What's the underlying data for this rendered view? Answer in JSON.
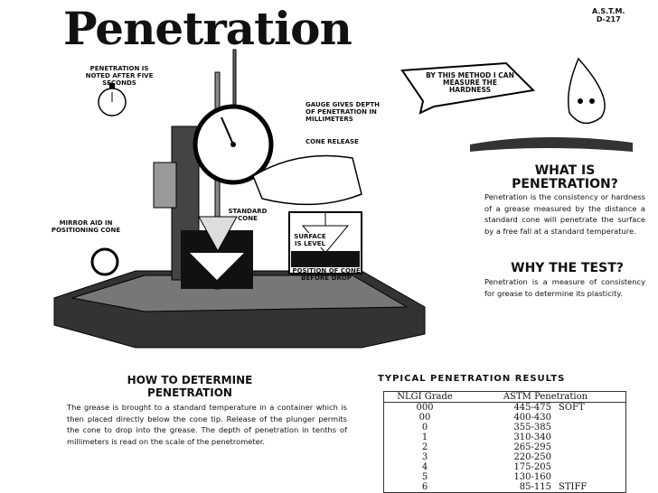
{
  "title": "Penetration",
  "astm": {
    "line1": "A.S.T.M.",
    "line2": "D-217"
  },
  "labels": {
    "noted": "PENETRATION IS NOTED AFTER FIVE SECONDS",
    "gauge": "GAUGE GIVES DEPTH OF PENETRATION IN MILLIMETERS",
    "cone_release": "CONE RELEASE",
    "standard_cone": "STANDARD CONE",
    "mirror": "MIRROR AID IN POSITIONING CONE",
    "surface": "SURFACE IS LEVEL",
    "position": "POSITION OF CONE BEFORE DROP",
    "speech": "BY THIS METHOD I CAN MEASURE THE HARDNESS"
  },
  "what": {
    "heading": "WHAT IS PENETRATION?",
    "text": "Penetration is the consistency or hardness of a grease measured by the distance a standard cone will penetrate the surface by a free fall at a standard temperature."
  },
  "why": {
    "heading": "WHY THE TEST?",
    "text": "Penetration is a measure of consistency for grease to determine its plasticity."
  },
  "how": {
    "heading": "HOW TO DETERMINE PENETRATION",
    "text": "The grease is brought to a standard temperature in a container which is then placed directly below the cone tip. Release of the plunger permits the cone to drop into the grease. The depth of penetration in tenths of millimeters is read on the scale of the penetrometer."
  },
  "results": {
    "heading": "TYPICAL PENETRATION RESULTS",
    "col1": "NLGI Grade",
    "col2": "ASTM Penetration",
    "rows": [
      {
        "grade": "000",
        "pen": "445-475",
        "note": "SOFT"
      },
      {
        "grade": "00",
        "pen": "400-430",
        "note": ""
      },
      {
        "grade": "0",
        "pen": "355-385",
        "note": ""
      },
      {
        "grade": "1",
        "pen": "310-340",
        "note": ""
      },
      {
        "grade": "2",
        "pen": "265-295",
        "note": ""
      },
      {
        "grade": "3",
        "pen": "220-250",
        "note": ""
      },
      {
        "grade": "4",
        "pen": "175-205",
        "note": ""
      },
      {
        "grade": "5",
        "pen": "130-160",
        "note": ""
      },
      {
        "grade": "6",
        "pen": "85-115",
        "note": "STIFF"
      }
    ]
  }
}
